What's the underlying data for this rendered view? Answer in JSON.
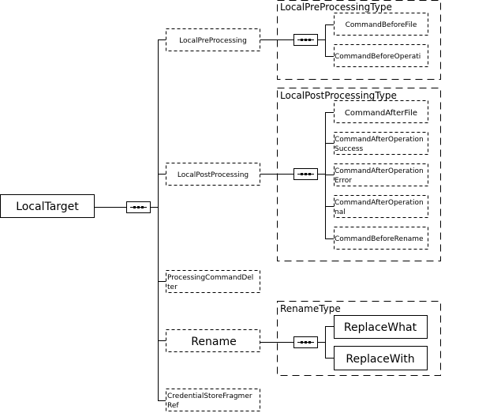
{
  "root": {
    "label": "LocalTarget"
  },
  "children": [
    {
      "lines": [
        "LocalPreProcessing"
      ]
    },
    {
      "lines": [
        "LocalPostProcessing"
      ]
    },
    {
      "lines": [
        "ProcessingCommandDel",
        "ter"
      ]
    },
    {
      "lines": [
        "Rename"
      ]
    },
    {
      "lines": [
        "CredentialStoreFragmer",
        "Ref"
      ]
    }
  ],
  "groups": {
    "pre": {
      "title": "LocalPreProcessingType",
      "items": [
        {
          "lines": [
            "CommandBeforeFile"
          ]
        },
        {
          "lines": [
            "CommandBeforeOperati"
          ]
        }
      ]
    },
    "post": {
      "title": "LocalPostProcessingType",
      "items": [
        {
          "lines": [
            "CommandAfterFile"
          ]
        },
        {
          "lines": [
            "CommandAfterOperation",
            "Success"
          ]
        },
        {
          "lines": [
            "CommandAfterOperation",
            "Error"
          ]
        },
        {
          "lines": [
            "CommandAfterOperation",
            "nal"
          ]
        },
        {
          "lines": [
            "CommandBeforeRename"
          ]
        }
      ]
    },
    "rename": {
      "title": "RenameType",
      "items": [
        {
          "lines": [
            "ReplaceWhat"
          ]
        },
        {
          "lines": [
            "ReplaceWith"
          ]
        }
      ]
    }
  }
}
